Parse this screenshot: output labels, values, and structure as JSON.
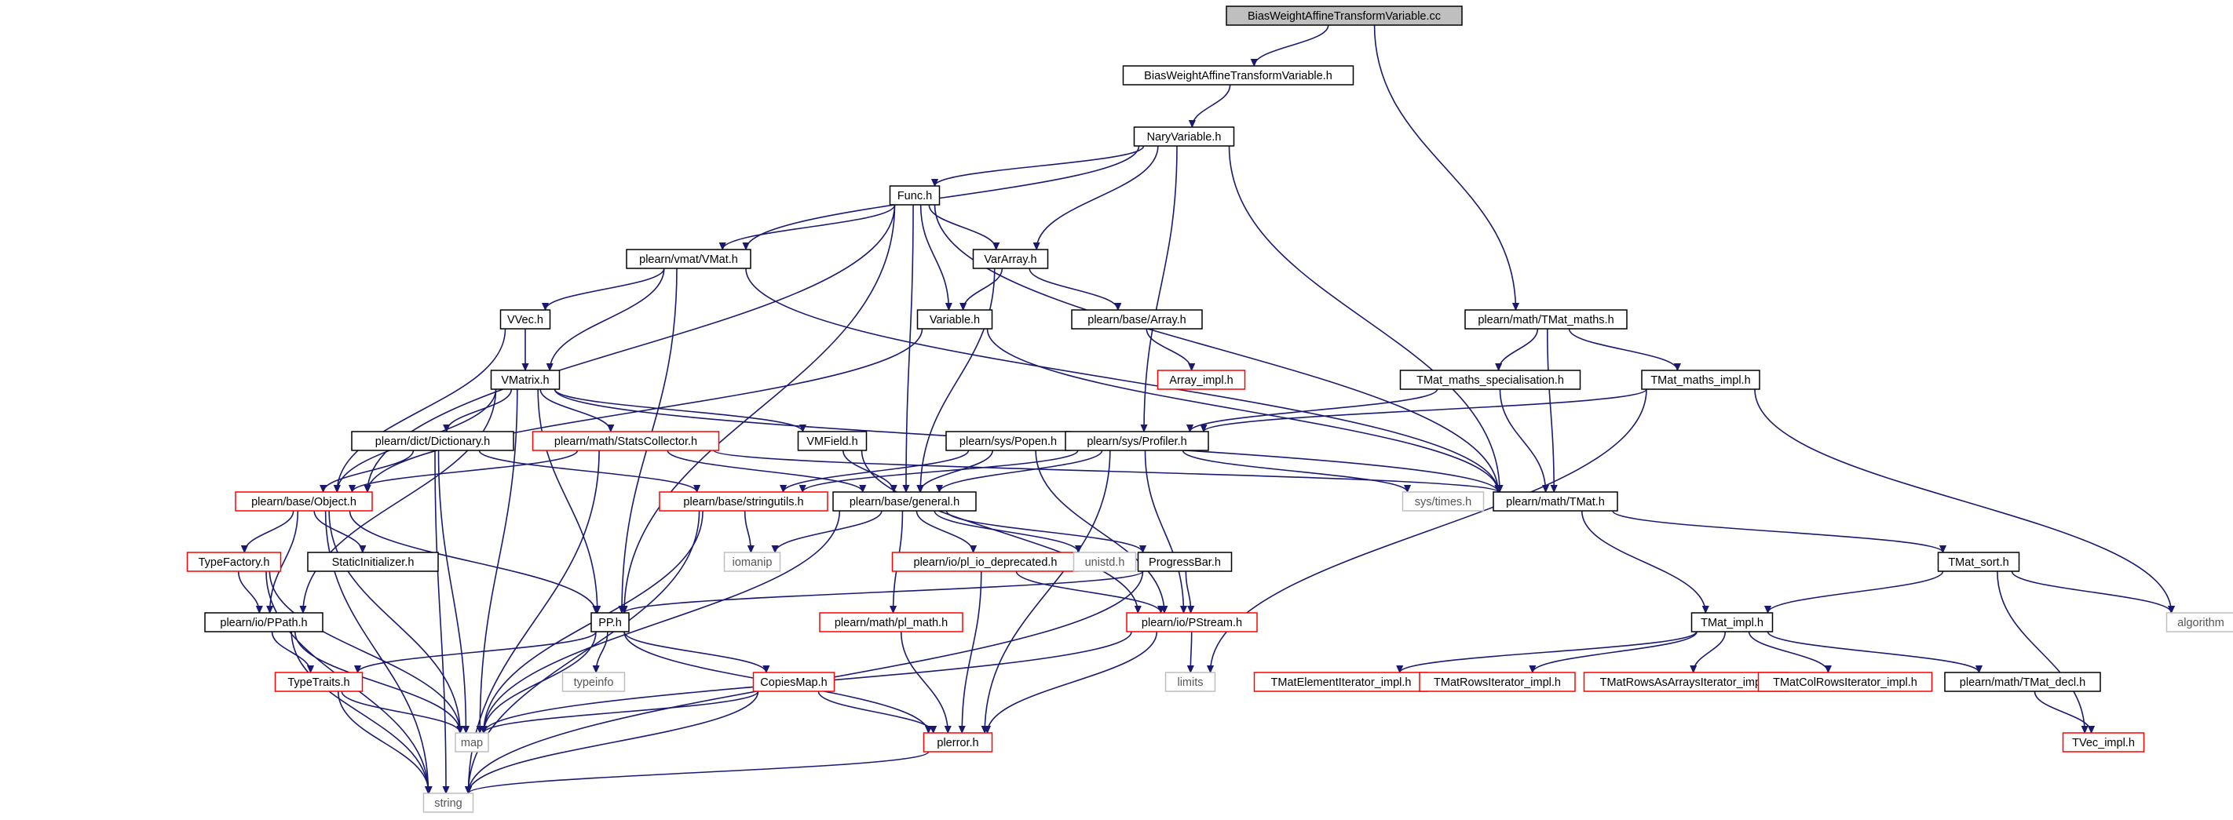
{
  "colors": {
    "edge": "#191970",
    "root_fill": "#bfbfbf",
    "normal_border": "#000000",
    "truncated_border": "#ff0000",
    "system_border": "#bfbfbf",
    "background": "#ffffff"
  },
  "nodes": [
    {
      "id": "root",
      "label": "BiasWeightAffineTransformVariable.cc",
      "kind": "root"
    },
    {
      "id": "bwatv_h",
      "label": "BiasWeightAffineTransformVariable.h",
      "kind": "normal"
    },
    {
      "id": "naryvar",
      "label": "NaryVariable.h",
      "kind": "normal"
    },
    {
      "id": "func",
      "label": "Func.h",
      "kind": "normal"
    },
    {
      "id": "vmat",
      "label": "plearn/vmat/VMat.h",
      "kind": "normal"
    },
    {
      "id": "vararray",
      "label": "VarArray.h",
      "kind": "normal"
    },
    {
      "id": "vvec",
      "label": "VVec.h",
      "kind": "normal"
    },
    {
      "id": "variable",
      "label": "Variable.h",
      "kind": "normal"
    },
    {
      "id": "basearray",
      "label": "plearn/base/Array.h",
      "kind": "normal"
    },
    {
      "id": "arrayimpl",
      "label": "Array_impl.h",
      "kind": "truncated"
    },
    {
      "id": "tmatmaths",
      "label": "plearn/math/TMat_maths.h",
      "kind": "normal"
    },
    {
      "id": "tmatspec",
      "label": "TMat_maths_specialisation.h",
      "kind": "normal"
    },
    {
      "id": "tmatmathsimpl",
      "label": "TMat_maths_impl.h",
      "kind": "normal"
    },
    {
      "id": "vmatrix",
      "label": "VMatrix.h",
      "kind": "normal"
    },
    {
      "id": "dictionary",
      "label": "plearn/dict/Dictionary.h",
      "kind": "normal"
    },
    {
      "id": "statscollector",
      "label": "plearn/math/StatsCollector.h",
      "kind": "truncated"
    },
    {
      "id": "vmfield",
      "label": "VMField.h",
      "kind": "normal"
    },
    {
      "id": "popen",
      "label": "plearn/sys/Popen.h",
      "kind": "normal"
    },
    {
      "id": "profiler",
      "label": "plearn/sys/Profiler.h",
      "kind": "normal"
    },
    {
      "id": "object",
      "label": "plearn/base/Object.h",
      "kind": "truncated"
    },
    {
      "id": "stringutils",
      "label": "plearn/base/stringutils.h",
      "kind": "truncated"
    },
    {
      "id": "general",
      "label": "plearn/base/general.h",
      "kind": "normal"
    },
    {
      "id": "systimes",
      "label": "sys/times.h",
      "kind": "system"
    },
    {
      "id": "tmat",
      "label": "plearn/math/TMat.h",
      "kind": "normal"
    },
    {
      "id": "typefactory",
      "label": "TypeFactory.h",
      "kind": "truncated"
    },
    {
      "id": "staticinit",
      "label": "StaticInitializer.h",
      "kind": "normal"
    },
    {
      "id": "iomanip",
      "label": "iomanip",
      "kind": "system"
    },
    {
      "id": "plio",
      "label": "plearn/io/pl_io_deprecated.h",
      "kind": "truncated"
    },
    {
      "id": "unistd",
      "label": "unistd.h",
      "kind": "system"
    },
    {
      "id": "progressbar",
      "label": "ProgressBar.h",
      "kind": "normal"
    },
    {
      "id": "tmatsort",
      "label": "TMat_sort.h",
      "kind": "normal"
    },
    {
      "id": "ppath",
      "label": "plearn/io/PPath.h",
      "kind": "normal"
    },
    {
      "id": "pph",
      "label": "PP.h",
      "kind": "normal"
    },
    {
      "id": "plmath",
      "label": "plearn/math/pl_math.h",
      "kind": "truncated"
    },
    {
      "id": "pstream",
      "label": "plearn/io/PStream.h",
      "kind": "truncated"
    },
    {
      "id": "tmatimpl",
      "label": "TMat_impl.h",
      "kind": "normal"
    },
    {
      "id": "algorithm",
      "label": "algorithm",
      "kind": "system"
    },
    {
      "id": "typeinfo",
      "label": "typeinfo",
      "kind": "system"
    },
    {
      "id": "typetraits",
      "label": "TypeTraits.h",
      "kind": "truncated"
    },
    {
      "id": "copiesmap",
      "label": "CopiesMap.h",
      "kind": "truncated"
    },
    {
      "id": "limits",
      "label": "limits",
      "kind": "system"
    },
    {
      "id": "tmatelemiter",
      "label": "TMatElementIterator_impl.h",
      "kind": "truncated"
    },
    {
      "id": "tmatrowsiter",
      "label": "TMatRowsIterator_impl.h",
      "kind": "truncated"
    },
    {
      "id": "tmatrowsarr",
      "label": "TMatRowsAsArraysIterator_impl.h",
      "kind": "truncated"
    },
    {
      "id": "tmatcolrows",
      "label": "TMatColRowsIterator_impl.h",
      "kind": "truncated"
    },
    {
      "id": "tmatdecl",
      "label": "plearn/math/TMat_decl.h",
      "kind": "normal"
    },
    {
      "id": "map",
      "label": "map",
      "kind": "system"
    },
    {
      "id": "plerror",
      "label": "plerror.h",
      "kind": "truncated"
    },
    {
      "id": "tvecimpl",
      "label": "TVec_impl.h",
      "kind": "truncated"
    },
    {
      "id": "string",
      "label": "string",
      "kind": "system"
    }
  ],
  "edges": [
    [
      "root",
      "bwatv_h"
    ],
    [
      "root",
      "tmatmaths"
    ],
    [
      "bwatv_h",
      "naryvar"
    ],
    [
      "naryvar",
      "func"
    ],
    [
      "naryvar",
      "vmat"
    ],
    [
      "naryvar",
      "vararray"
    ],
    [
      "naryvar",
      "profiler"
    ],
    [
      "naryvar",
      "tmat"
    ],
    [
      "func",
      "vmat"
    ],
    [
      "func",
      "vararray"
    ],
    [
      "func",
      "variable"
    ],
    [
      "func",
      "object"
    ],
    [
      "func",
      "general"
    ],
    [
      "func",
      "pph"
    ],
    [
      "func",
      "tmat"
    ],
    [
      "vmat",
      "vvec"
    ],
    [
      "vmat",
      "vmatrix"
    ],
    [
      "vmat",
      "pph"
    ],
    [
      "vmat",
      "tmat"
    ],
    [
      "vararray",
      "variable"
    ],
    [
      "vararray",
      "basearray"
    ],
    [
      "vararray",
      "general"
    ],
    [
      "vvec",
      "vmatrix"
    ],
    [
      "vvec",
      "object"
    ],
    [
      "variable",
      "object"
    ],
    [
      "variable",
      "tmat"
    ],
    [
      "basearray",
      "arrayimpl"
    ],
    [
      "tmatmaths",
      "tmatspec"
    ],
    [
      "tmatmaths",
      "tmatmathsimpl"
    ],
    [
      "tmatmaths",
      "tmat"
    ],
    [
      "tmatspec",
      "profiler"
    ],
    [
      "tmatspec",
      "tmat"
    ],
    [
      "tmatmathsimpl",
      "profiler"
    ],
    [
      "tmatmathsimpl",
      "algorithm"
    ],
    [
      "tmatmathsimpl",
      "limits"
    ],
    [
      "vmatrix",
      "dictionary"
    ],
    [
      "vmatrix",
      "statscollector"
    ],
    [
      "vmatrix",
      "vmfield"
    ],
    [
      "vmatrix",
      "object"
    ],
    [
      "vmatrix",
      "tmat"
    ],
    [
      "vmatrix",
      "pph"
    ],
    [
      "vmatrix",
      "ppath"
    ],
    [
      "vmatrix",
      "map"
    ],
    [
      "dictionary",
      "object"
    ],
    [
      "dictionary",
      "stringutils"
    ],
    [
      "dictionary",
      "map"
    ],
    [
      "dictionary",
      "string"
    ],
    [
      "statscollector",
      "object"
    ],
    [
      "statscollector",
      "general"
    ],
    [
      "statscollector",
      "tmat"
    ],
    [
      "statscollector",
      "string"
    ],
    [
      "vmfield",
      "general"
    ],
    [
      "vmfield",
      "pstream"
    ],
    [
      "popen",
      "general"
    ],
    [
      "popen",
      "stringutils"
    ],
    [
      "popen",
      "pstream"
    ],
    [
      "profiler",
      "general"
    ],
    [
      "profiler",
      "stringutils"
    ],
    [
      "profiler",
      "pstream"
    ],
    [
      "profiler",
      "systimes"
    ],
    [
      "profiler",
      "plerror"
    ],
    [
      "object",
      "typefactory"
    ],
    [
      "object",
      "staticinit"
    ],
    [
      "object",
      "pph"
    ],
    [
      "object",
      "ppath"
    ],
    [
      "object",
      "map"
    ],
    [
      "object",
      "string"
    ],
    [
      "stringutils",
      "iomanip"
    ],
    [
      "stringutils",
      "map"
    ],
    [
      "stringutils",
      "string"
    ],
    [
      "general",
      "iomanip"
    ],
    [
      "general",
      "plio"
    ],
    [
      "general",
      "unistd"
    ],
    [
      "general",
      "progressbar"
    ],
    [
      "general",
      "plmath"
    ],
    [
      "general",
      "map"
    ],
    [
      "tmat",
      "tmatsort"
    ],
    [
      "tmat",
      "tmatimpl"
    ],
    [
      "typefactory",
      "ppath"
    ],
    [
      "typefactory",
      "map"
    ],
    [
      "typefactory",
      "string"
    ],
    [
      "plio",
      "pstream"
    ],
    [
      "plio",
      "plerror"
    ],
    [
      "progressbar",
      "pstream"
    ],
    [
      "progressbar",
      "pph"
    ],
    [
      "progressbar",
      "string"
    ],
    [
      "tmatsort",
      "tmatimpl"
    ],
    [
      "tmatsort",
      "algorithm"
    ],
    [
      "tmatsort",
      "tvecimpl"
    ],
    [
      "ppath",
      "typetraits"
    ],
    [
      "ppath",
      "map"
    ],
    [
      "ppath",
      "string"
    ],
    [
      "pph",
      "typeinfo"
    ],
    [
      "pph",
      "typetraits"
    ],
    [
      "pph",
      "copiesmap"
    ],
    [
      "pph",
      "plerror"
    ],
    [
      "pph",
      "map"
    ],
    [
      "plmath",
      "plerror"
    ],
    [
      "pstream",
      "limits"
    ],
    [
      "pstream",
      "plerror"
    ],
    [
      "pstream",
      "map"
    ],
    [
      "tmatimpl",
      "tmatelemiter"
    ],
    [
      "tmatimpl",
      "tmatrowsiter"
    ],
    [
      "tmatimpl",
      "tmatrowsarr"
    ],
    [
      "tmatimpl",
      "tmatcolrows"
    ],
    [
      "tmatimpl",
      "tmatdecl"
    ],
    [
      "tmatdecl",
      "tvecimpl"
    ],
    [
      "typetraits",
      "map"
    ],
    [
      "typetraits",
      "string"
    ],
    [
      "copiesmap",
      "map"
    ],
    [
      "copiesmap",
      "plerror"
    ],
    [
      "copiesmap",
      "string"
    ],
    [
      "plerror",
      "string"
    ]
  ]
}
